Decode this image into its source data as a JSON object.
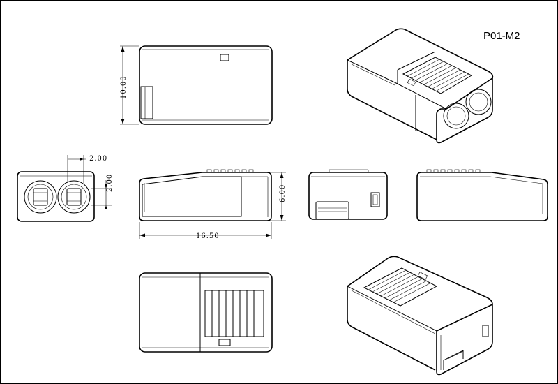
{
  "drawing": {
    "part_number": "P01-M2"
  },
  "dimensions": {
    "height_top": "10.00",
    "lens_offset": "2.00",
    "lens_pitch": "2.00",
    "height_side": "6.00",
    "length": "16.50"
  }
}
